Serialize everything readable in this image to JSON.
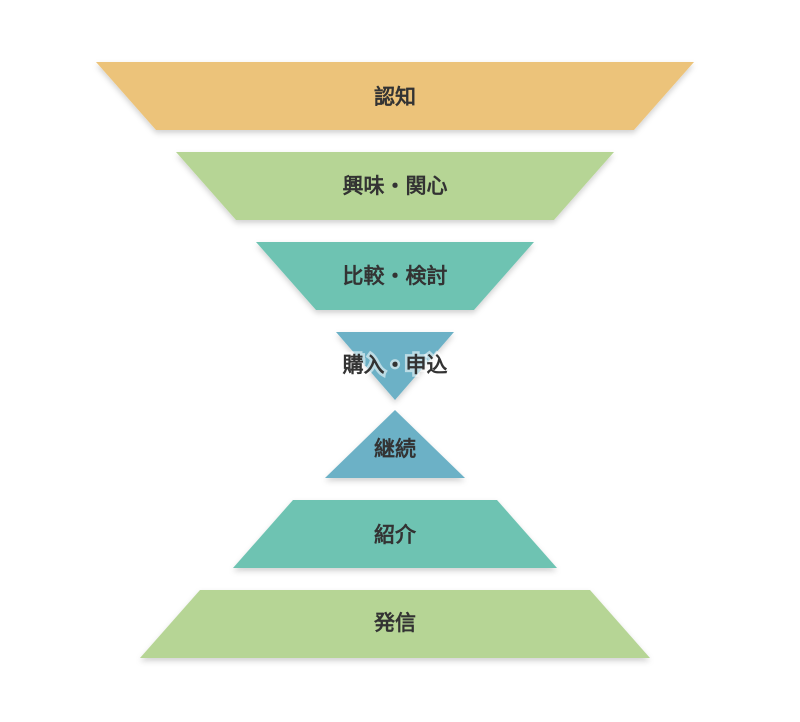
{
  "stages": [
    {
      "label": "認知",
      "color": "#ecc37a"
    },
    {
      "label": "興味・関心",
      "color": "#b6d595"
    },
    {
      "label": "比較・検討",
      "color": "#6ec3b2"
    },
    {
      "label": "購入・申込",
      "color": "#6cb1c6"
    },
    {
      "label": "継続",
      "color": "#6cb1c6"
    },
    {
      "label": "紹介",
      "color": "#6ec3b2"
    },
    {
      "label": "発信",
      "color": "#b6d595"
    }
  ]
}
